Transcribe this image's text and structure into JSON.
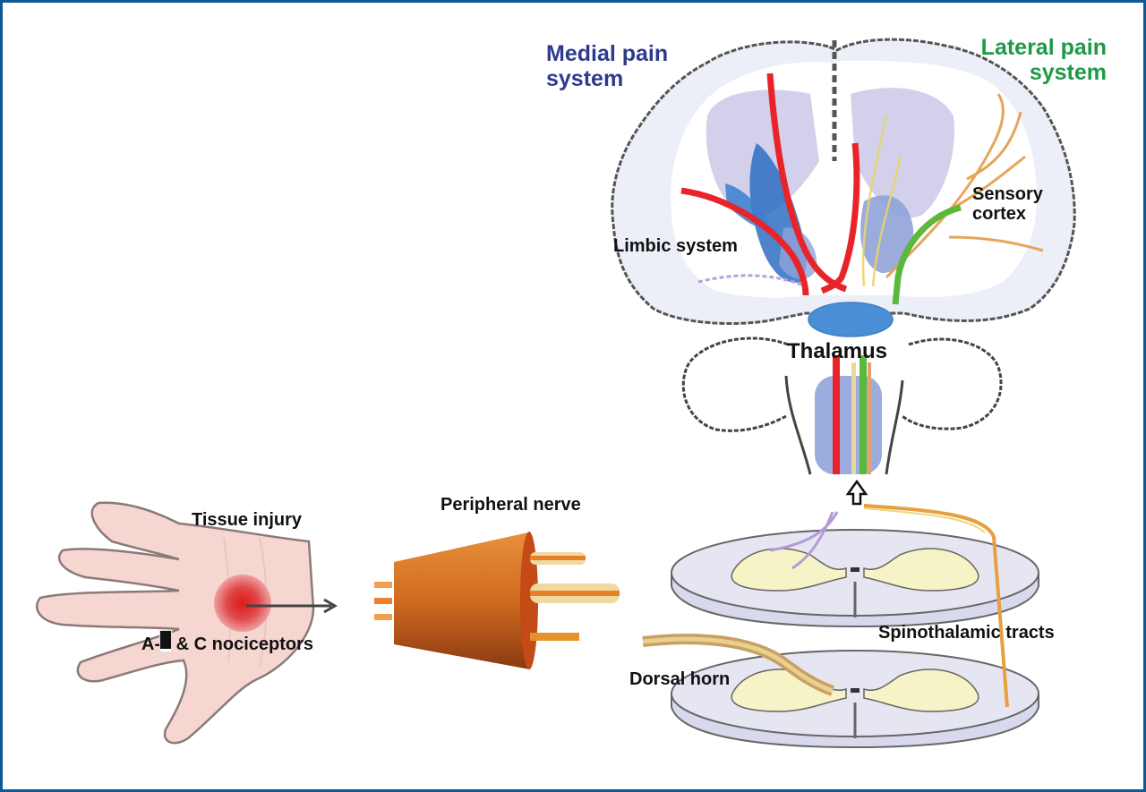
{
  "figure": {
    "title": "Pain pathway: from tissue injury to cortex",
    "labels": {
      "medial_pain_system": [
        "Medial pain",
        "system"
      ],
      "lateral_pain_system": [
        "Lateral pain",
        "system"
      ],
      "sensory_cortex": [
        "Sensory",
        "cortex"
      ],
      "limbic_system": "Limbic system",
      "thalamus": "Thalamus",
      "peripheral_nerve": "Peripheral nerve",
      "tissue_injury": "Tissue injury",
      "nociceptors_prefix": "A-",
      "nociceptors_suffix": "& C nociceptors",
      "spinothalamic_tracts": "Spinothalamic tracts",
      "dorsal_horn": "Dorsal horn"
    },
    "colors": {
      "frame": "#0b5a96",
      "medial": "#2e3a8c",
      "lateral": "#1e9a45",
      "medial_pathway": "#e8242a",
      "lateral_pathway": "#5cb83a",
      "thalamus": "#4a8fd6",
      "nerve": "#d46a1e"
    },
    "icons": [
      "hand-illustration",
      "peripheral-nerve-illustration",
      "brain-coronal-section",
      "brainstem",
      "spinal-cord-sections",
      "up-arrow-icon",
      "injury-arrow-icon"
    ]
  }
}
